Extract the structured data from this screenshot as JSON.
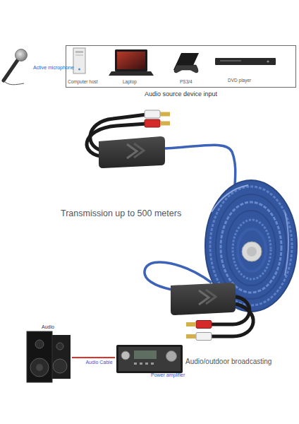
{
  "diagram": {
    "nodes": [
      {
        "text": [
          "Computer host",
          "Laptop",
          "PS3/4",
          "DVD player",
          "Audio source device input"
        ]
      },
      {
        "text": [
          "Audio"
        ]
      },
      {
        "text": [
          "Power amplifier"
        ]
      }
    ],
    "edges": [
      {
        "from": 1,
        "to": 2,
        "arrow": "none",
        "label": "Audio Cable"
      }
    ],
    "labels": [
      "Active microphone",
      "Transmission up to 500 meters",
      "Audio/outdoor broadcasting"
    ]
  }
}
